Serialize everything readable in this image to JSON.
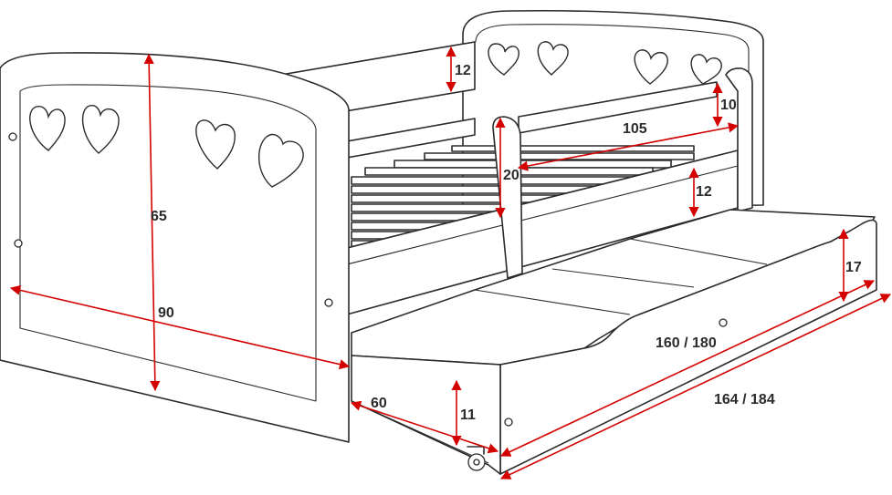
{
  "diagram": {
    "labels": {
      "height_headboard": "65",
      "width_bed": "90",
      "rail_height_back": "12",
      "rail_height_front_upper": "10",
      "guard_length": "105",
      "guard_height": "20",
      "rail_height_front_lower": "12",
      "drawer_height": "17",
      "mattress_length": "160 / 180",
      "drawer_depth": "60",
      "drawer_front_height": "11",
      "total_length": "164 / 184"
    },
    "colors": {
      "outline": "#2b2b2b",
      "dimension": "#d40000",
      "background": "#ffffff"
    }
  }
}
